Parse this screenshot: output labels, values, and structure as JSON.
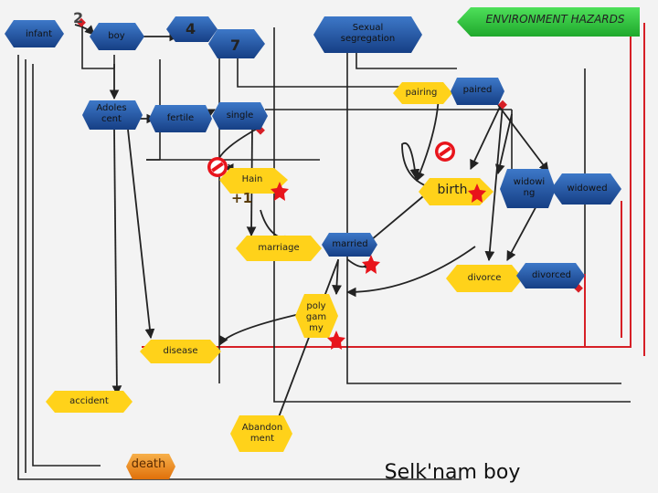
{
  "nodes": {
    "infant": "infant",
    "boy": "boy",
    "adolescent": "Adoles cent",
    "fertile": "fertile",
    "single": "single",
    "sexual_segregation": "Sexual segregation",
    "environment_hazards": "ENVIRONMENT HAZARDS",
    "pairing": "pairing",
    "paired": "paired",
    "hain": "Hain",
    "birth": "birth",
    "widowing": "widowi ng",
    "widowed": "widowed",
    "marriage": "marriage",
    "married": "married",
    "divorce": "divorce",
    "divorced": "divorced",
    "polygamy": "poly gam my",
    "disease": "disease",
    "accident": "accident",
    "abandonment": "Abandon ment",
    "death": "death"
  },
  "numbers": {
    "n2": "2",
    "n4": "4",
    "n7": "7",
    "plus1": "+1"
  },
  "footer_title": "Selk'nam boy",
  "colors": {
    "node_fill": "#1a4f9e",
    "hex_fill": "#ffd21a",
    "accent_green": "#2ecc40",
    "death_orange": "#f08a1c",
    "star_red": "#e8141b",
    "frame_red": "#d61f26",
    "edge_dark": "#222222"
  }
}
